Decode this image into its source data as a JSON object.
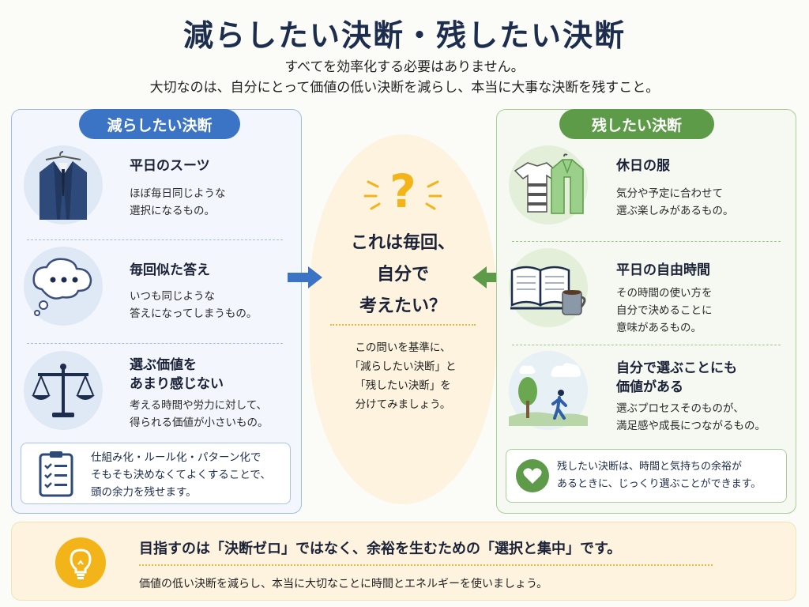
{
  "title": "減らしたい決断・残したい決断",
  "subtitle_lines": [
    "すべてを効率化する必要はありません。",
    "大切なのは、自分にとって価値の低い決断を減らし、本当に大事な決断を残すこと。"
  ],
  "left": {
    "heading": "減らしたい決断",
    "items": [
      {
        "title": "平日のスーツ",
        "desc": [
          "ほぼ毎日同じような",
          "選択になるもの。"
        ],
        "icon": "suit-icon"
      },
      {
        "title": "毎回似た答え",
        "desc": [
          "いつも同じような",
          "答えになってしまうもの。"
        ],
        "icon": "thought-bubble-icon"
      },
      {
        "title_lines": [
          "選ぶ価値を",
          "あまり感じない"
        ],
        "desc": [
          "考える時間や労力に対して、",
          "得られる価値が小さいもの。"
        ],
        "icon": "scale-icon"
      }
    ],
    "note": [
      "仕組み化・ルール化・パターン化で",
      "そもそも決めなくてよくすることで、",
      "頭の余力を残せます。"
    ],
    "note_icon": "clipboard-checklist-icon"
  },
  "center": {
    "question_lines": [
      "これは毎回、",
      "自分で",
      "考えたい？"
    ],
    "note_lines": [
      "この問いを基準に、",
      "「減らしたい決断」と",
      "「残したい決断」を",
      "分けてみましょう。"
    ],
    "icon": "question-mark-icon"
  },
  "right": {
    "heading": "残したい決断",
    "items": [
      {
        "title": "休日の服",
        "desc": [
          "気分や予定に合わせて",
          "選ぶ楽しみがあるもの。"
        ],
        "icon": "casual-clothes-icon"
      },
      {
        "title": "平日の自由時間",
        "desc": [
          "その時間の使い方を",
          "自分で決めることに",
          "意味があるもの。"
        ],
        "icon": "book-coffee-icon"
      },
      {
        "title_lines": [
          "自分で選ぶことにも",
          "価値がある"
        ],
        "desc": [
          "選ぶプロセスそのものが、",
          "満足感や成長につながるもの。"
        ],
        "icon": "walking-person-icon"
      }
    ],
    "note": [
      "残したい決断は、時間と気持ちの余裕が",
      "あるときに、じっくり選ぶことができます。"
    ],
    "note_icon": "heart-icon"
  },
  "bottom": {
    "main": "目指すのは「決断ゼロ」ではなく、余裕を生むための「選択と集中」です。",
    "sub": "価値の低い決断を減らし、本当に大切なことに時間とエネルギーを使いましょう。",
    "icon": "lightbulb-icon"
  },
  "colors": {
    "left_accent": "#3b74c4",
    "right_accent": "#5d9b48",
    "center_bg": "#fdf3de",
    "bulb": "#f2b418"
  }
}
